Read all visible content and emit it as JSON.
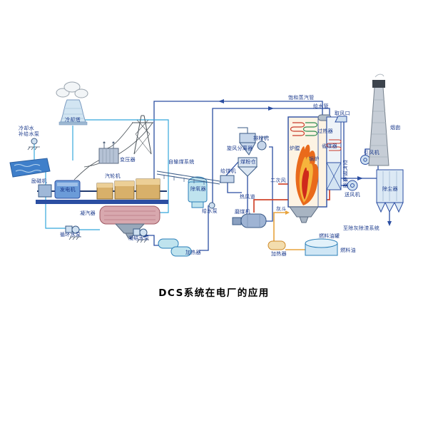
{
  "title": "DCS系统在电厂的应用",
  "labels": {
    "cooling_tower": "冷却塔",
    "makeup_pump": "冷却水\n补给水泵",
    "transformer": "变压器",
    "exciter": "励磁机",
    "generator": "发电机",
    "turbine": "汽轮机",
    "condenser": "凝汽器",
    "circulating_pump": "循环水泵",
    "condensate_pump": "凝结水泵",
    "lp_heater": "加热器",
    "deaerator": "除氧器",
    "feed_pump": "给水泵",
    "coal_handling": "自输煤系统",
    "cyclone_separator": "旋风分离器",
    "powder_exhauster": "排粉机",
    "coal_bunker": "煤粉仓",
    "coal_feeder": "给煤机",
    "secondary_air": "二次风",
    "hot_air_duct": "热风道",
    "coal_mill": "磨煤机",
    "ash_hopper": "灰斗",
    "furnace": "炉膛",
    "boiler": "锅炉",
    "superheater": "过热器",
    "economizer": "省煤器",
    "air_preheater": "空气预热器",
    "fd_fan": "送风机",
    "id_fan": "引风机",
    "dust_collector": "除尘器",
    "stack": "烟囱",
    "air_intake": "取风口",
    "saturated_steam_pipe": "饱和蒸汽管",
    "feedwater_pipe": "给水管",
    "ash_removal": "至除灰除渣系统",
    "fuel_tank": "燃料油罐",
    "fuel_oil": "燃料油",
    "oil_heater": "加热器"
  },
  "colors": {
    "pipe_blue": "#2b4ea2",
    "water_cyan": "#35a8dc",
    "flame_orange": "#e96a1b",
    "flame_yellow": "#f6b43c",
    "flame_red": "#cf2a1b",
    "fuel_orange": "#e8a33d",
    "hot_air_red": "#d0452c",
    "label_navy": "#1b3a8c"
  }
}
